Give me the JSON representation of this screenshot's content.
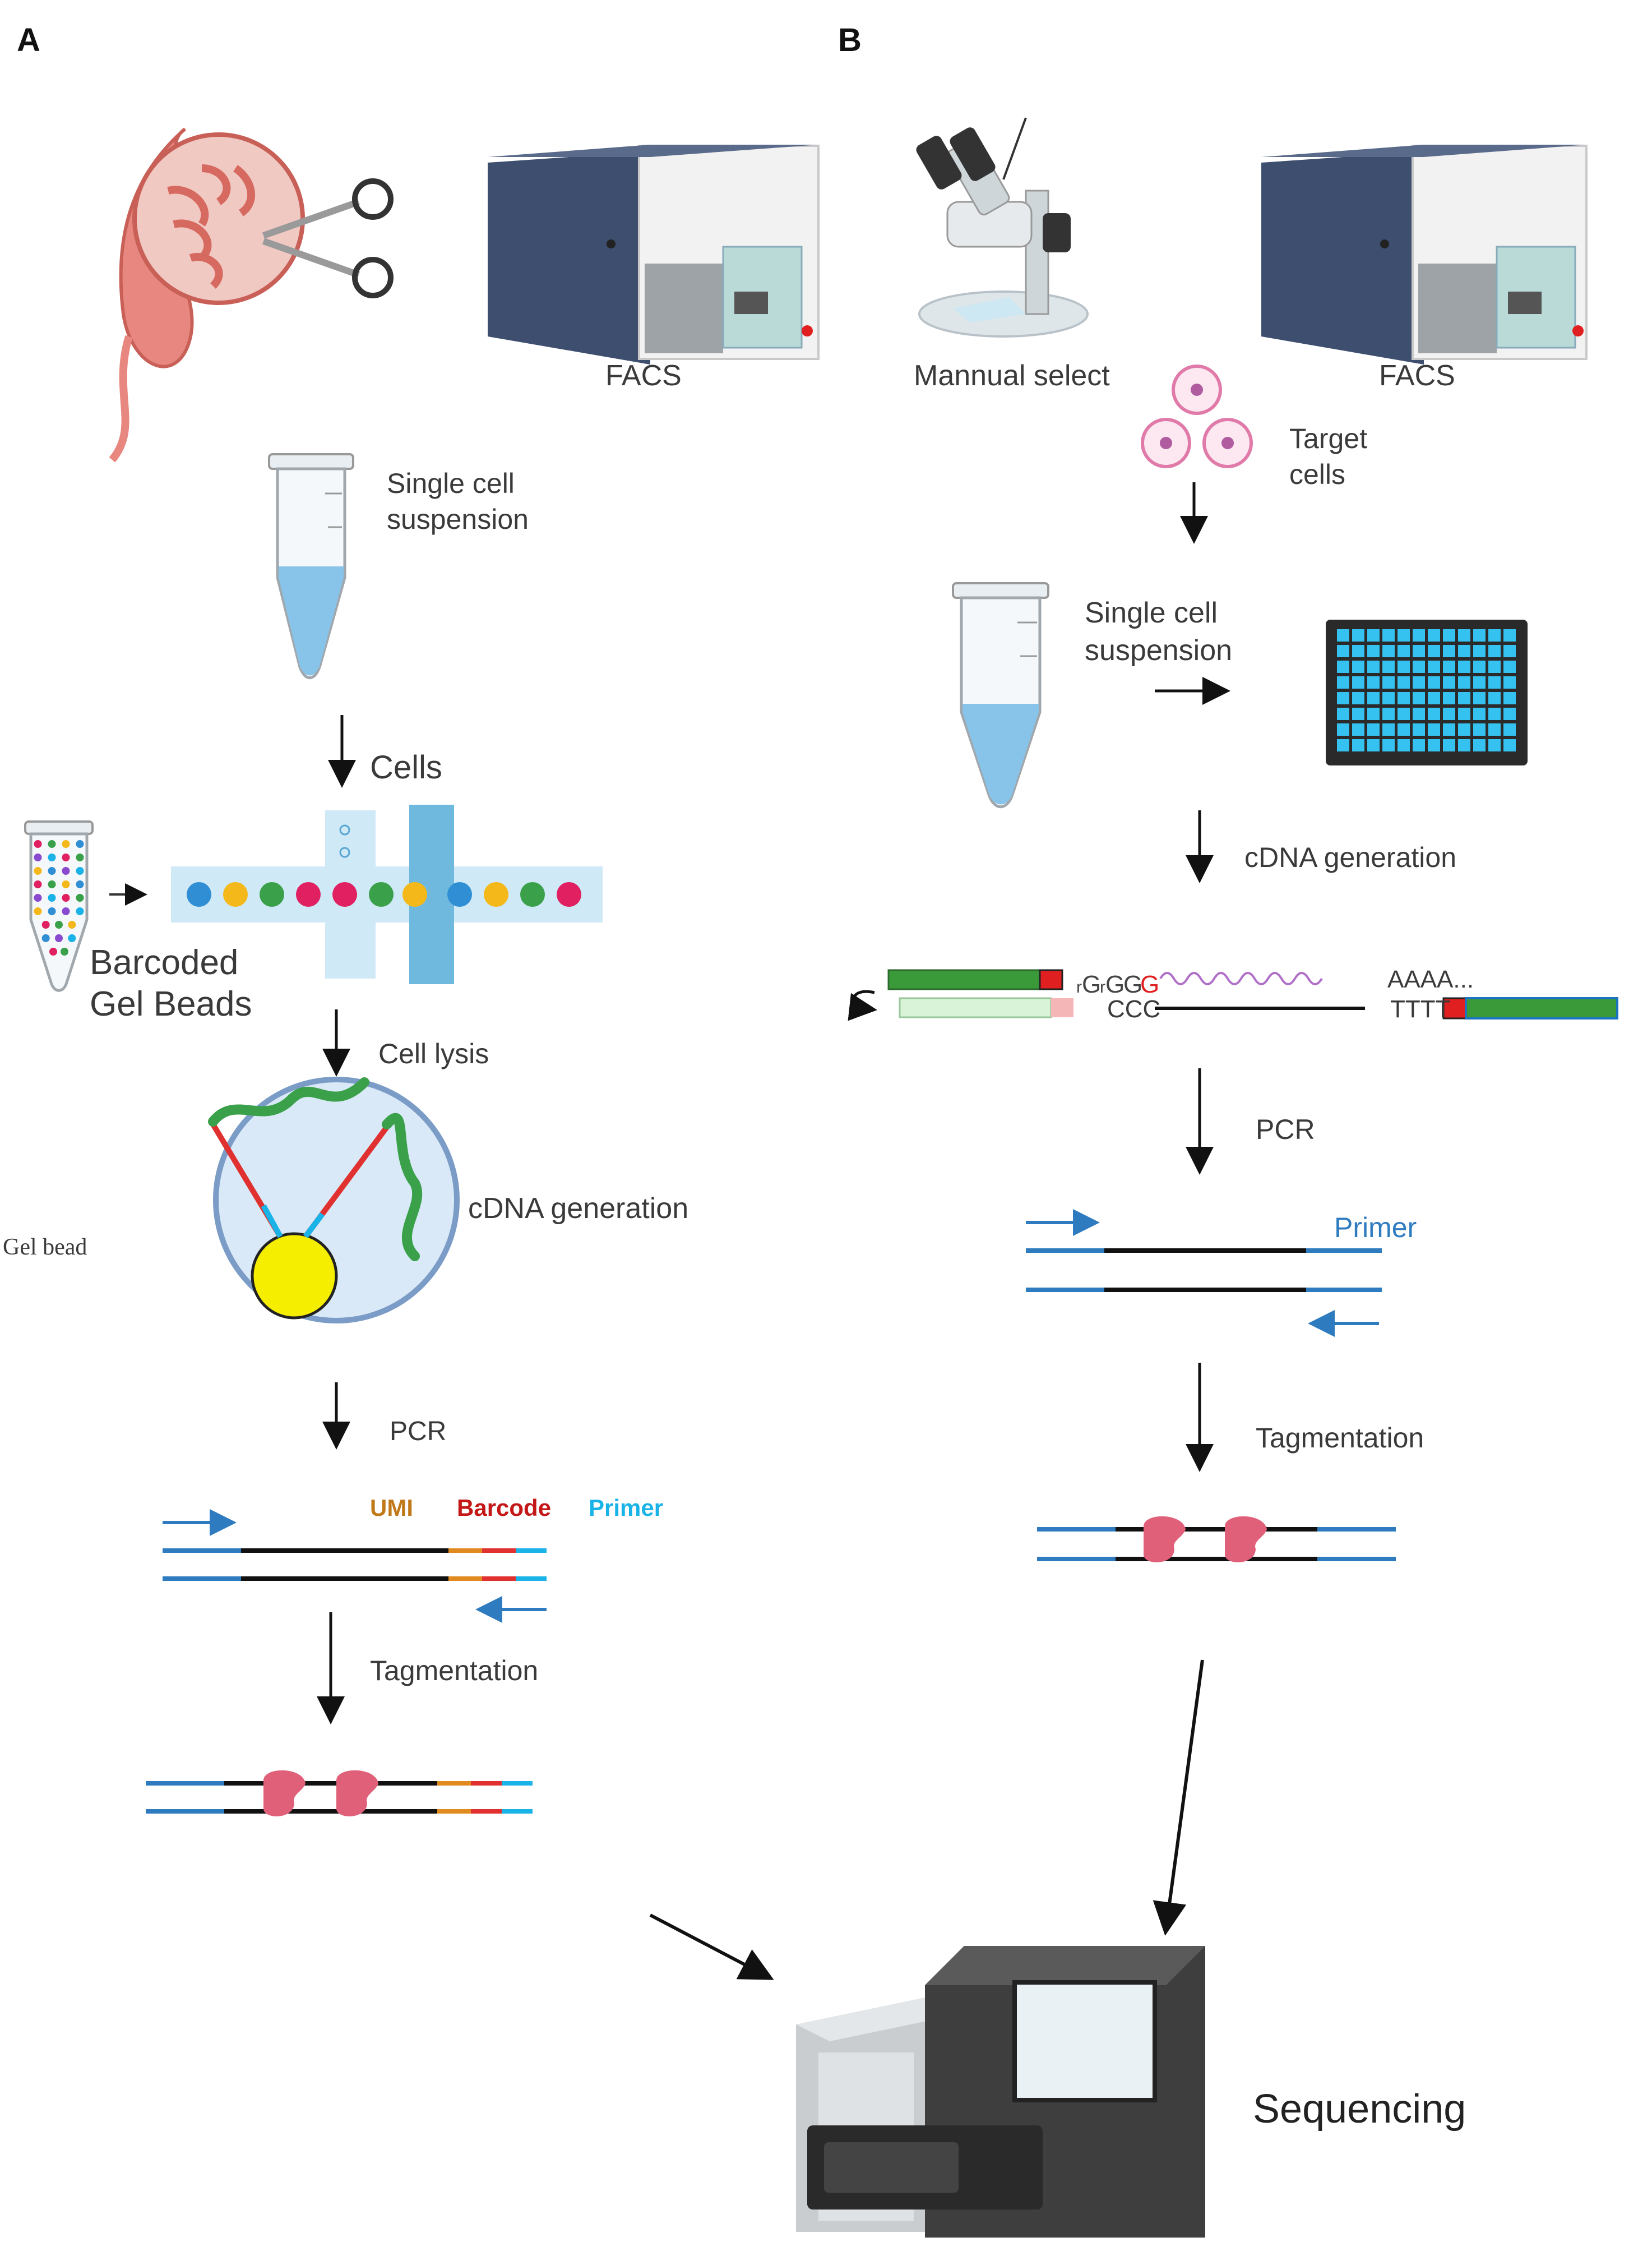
{
  "panels": {
    "a": "A",
    "b": "B"
  },
  "labels": {
    "facs_a": "FACS",
    "single_cell_a": "Single cell\nsuspension",
    "cells": "Cells",
    "barcoded": "Barcoded\nGel Beads",
    "cell_lysis": "Cell lysis",
    "gel_bead": "Gel bead",
    "cdna_a": "cDNA generation",
    "pcr_a": "PCR",
    "umi": "UMI",
    "barcode": "Barcode",
    "primer_a": "Primer",
    "tag_a": "Tagmentation",
    "manual": "Mannual select",
    "facs_b": "FACS",
    "target": "Target\ncells",
    "single_cell_b": "Single cell\nsuspension",
    "cdna_b": "cDNA generation",
    "aaaa": "AAAA...",
    "ccc": "CCC",
    "tttt": "TTTT",
    "pcr_b": "PCR",
    "primer_b": "Primer",
    "tag_b": "Tagmentation",
    "sequencing": "Sequencing"
  },
  "colors": {
    "dna_blue": "#2f7bc0",
    "primer_cyan": "#1ab3e8",
    "umi": "#c07818",
    "barcode": "#c41818",
    "transposase": "#e0607a",
    "bead": "#f5ee00",
    "green": "#3a9a3a",
    "red": "#e02020",
    "well": "#36c2f0"
  }
}
